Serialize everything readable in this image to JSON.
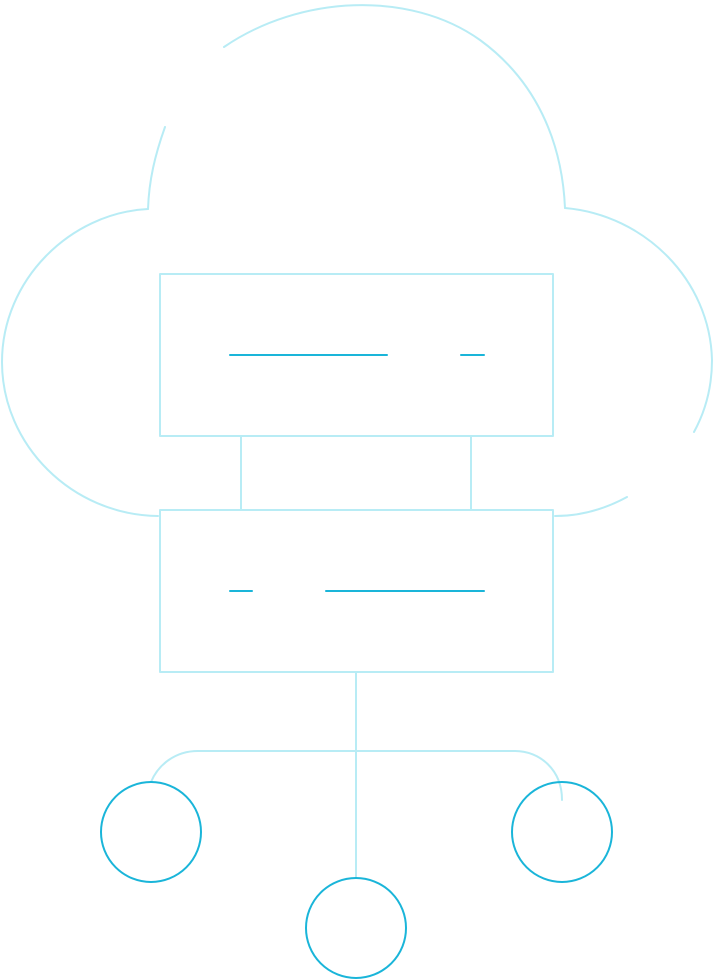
{
  "icon": {
    "name": "cloud-server-network-icon",
    "colors": {
      "light_stroke": "#b8ecf5",
      "dark_stroke": "#1ab5d9",
      "background": "#ffffff"
    },
    "parts": [
      "cloud-outline",
      "server-unit-top",
      "server-unit-bottom",
      "network-node-left",
      "network-node-center",
      "network-node-right"
    ]
  }
}
